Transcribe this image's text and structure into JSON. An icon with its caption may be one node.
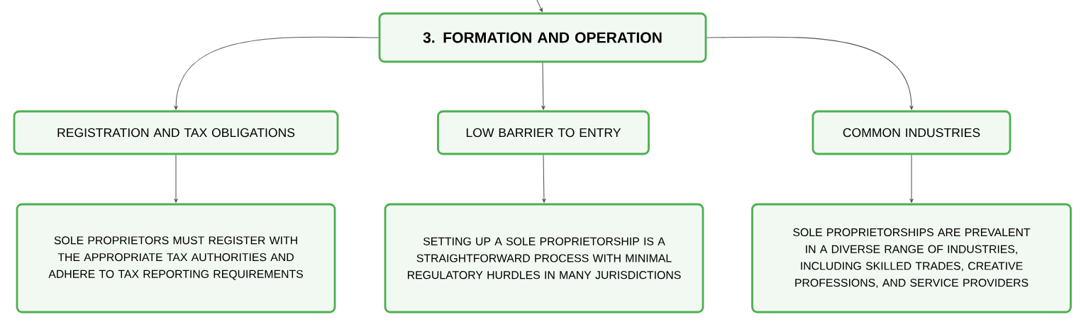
{
  "diagram": {
    "nodes": [
      {
        "text": [
          "3. FORMATION AND OPERATION"
        ]
      },
      {
        "text": [
          "REGISTRATION AND TAX OBLIGATIONS"
        ]
      },
      {
        "text": [
          "LOW BARRIER TO ENTRY"
        ]
      },
      {
        "text": [
          "COMMON INDUSTRIES"
        ]
      },
      {
        "text": [
          "SOLE PROPRIETORS MUST REGISTER WITH THE APPROPRIATE TAX AUTHORITIES AND ADHERE TO TAX REPORTING REQUIREMENTS"
        ]
      },
      {
        "text": [
          "SETTING UP A SOLE PROPRIETORSHIP IS A STRAIGHTFORWARD PROCESS WITH MINIMAL REGULATORY HURDLES IN MANY JURISDICTIONS"
        ]
      },
      {
        "text": [
          "SOLE PROPRIETORSHIPS ARE PREVALENT IN A DIVERSE RANGE OF INDUSTRIES, INCLUDING SKILLED TRADES, CREATIVE PROFESSIONS, AND SERVICE PROVIDERS"
        ]
      }
    ],
    "edges": [
      {
        "from": null,
        "to": 0,
        "arrow": "to"
      },
      {
        "from": 0,
        "to": 1,
        "arrow": "to"
      },
      {
        "from": 0,
        "to": 2,
        "arrow": "to"
      },
      {
        "from": 0,
        "to": 3,
        "arrow": "to"
      },
      {
        "from": 1,
        "to": 4,
        "arrow": "to"
      },
      {
        "from": 2,
        "to": 5,
        "arrow": "to"
      },
      {
        "from": 3,
        "to": 6,
        "arrow": "to"
      }
    ]
  }
}
